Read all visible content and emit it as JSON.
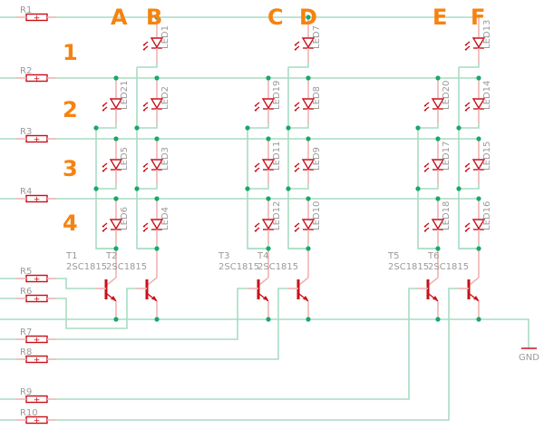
{
  "diagram": {
    "type": "schematic",
    "columns": [
      "A",
      "B",
      "C",
      "D",
      "E",
      "F"
    ],
    "rows": [
      "1",
      "2",
      "3",
      "4"
    ],
    "resistors": [
      "R1",
      "R2",
      "R3",
      "R4",
      "R5",
      "R6",
      "R7",
      "R8",
      "R9",
      "R10"
    ],
    "resistor_symbol": "+",
    "transistors": [
      {
        "name": "T1",
        "part": "2SC1815"
      },
      {
        "name": "T2",
        "part": "2SC1815"
      },
      {
        "name": "T3",
        "part": "2SC1815"
      },
      {
        "name": "T4",
        "part": "2SC1815"
      },
      {
        "name": "T5",
        "part": "2SC1815"
      },
      {
        "name": "T6",
        "part": "2SC1815"
      }
    ],
    "leds": {
      "B1": "LED1",
      "D1": "LED7",
      "F1": "LED13",
      "A2": "LED21",
      "B2": "LED2",
      "C2": "LED19",
      "D2": "LED8",
      "E2": "LED20",
      "F2": "LED14",
      "A3": "LED5",
      "B3": "LED3",
      "C3": "LED11",
      "D3": "LED9",
      "E3": "LED17",
      "F3": "LED15",
      "A4": "LED6",
      "B4": "LED4",
      "C4": "LED12",
      "D4": "LED10",
      "E4": "LED18",
      "F4": "LED16"
    },
    "ground_label": "GND",
    "colors": {
      "wire": "#a8dcc3",
      "symbol": "#c8101a",
      "junction": "#17a86b",
      "annotation": "#f7820f",
      "label": "#9a9a9a"
    }
  }
}
